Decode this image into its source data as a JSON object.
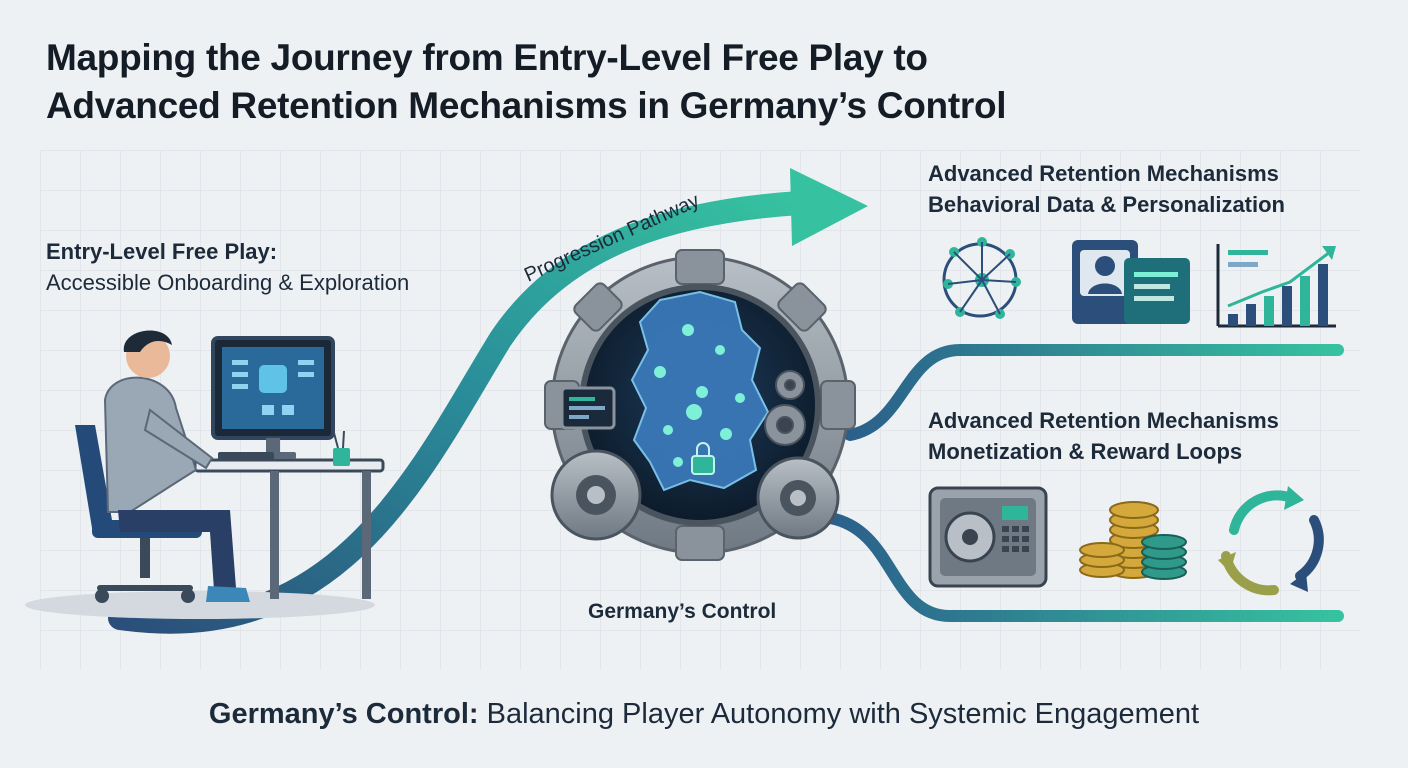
{
  "title": {
    "line1": "Mapping the Journey from Entry-Level Free Play to",
    "line2": "Advanced Retention Mechanisms in Germany’s Control"
  },
  "entry": {
    "heading": "Entry-Level Free Play:",
    "subtitle": "Accessible Onboarding & Exploration"
  },
  "pathway_label": "Progression Pathway",
  "hub_label": "Germany’s Control",
  "panel_top": {
    "line1": "Advanced Retention Mechanisms",
    "line2": "Behavioral Data & Personalization",
    "icons": [
      "brain-network-icon",
      "profile-card-icon",
      "growth-chart-icon"
    ]
  },
  "panel_bottom": {
    "line1": "Advanced Retention Mechanisms",
    "line2": "Monetization & Reward Loops",
    "icons": [
      "vault-icon",
      "coin-stack-icon",
      "cycle-arrows-icon"
    ]
  },
  "footer": {
    "bold": "Germany’s Control:",
    "rest": " Balancing Player Autonomy with Systemic Engagement"
  },
  "colors": {
    "accent_teal": "#2fb59a",
    "accent_navy": "#2b4f7a",
    "gear_gray": "#8a939c",
    "map_blue": "#3a78b8"
  }
}
